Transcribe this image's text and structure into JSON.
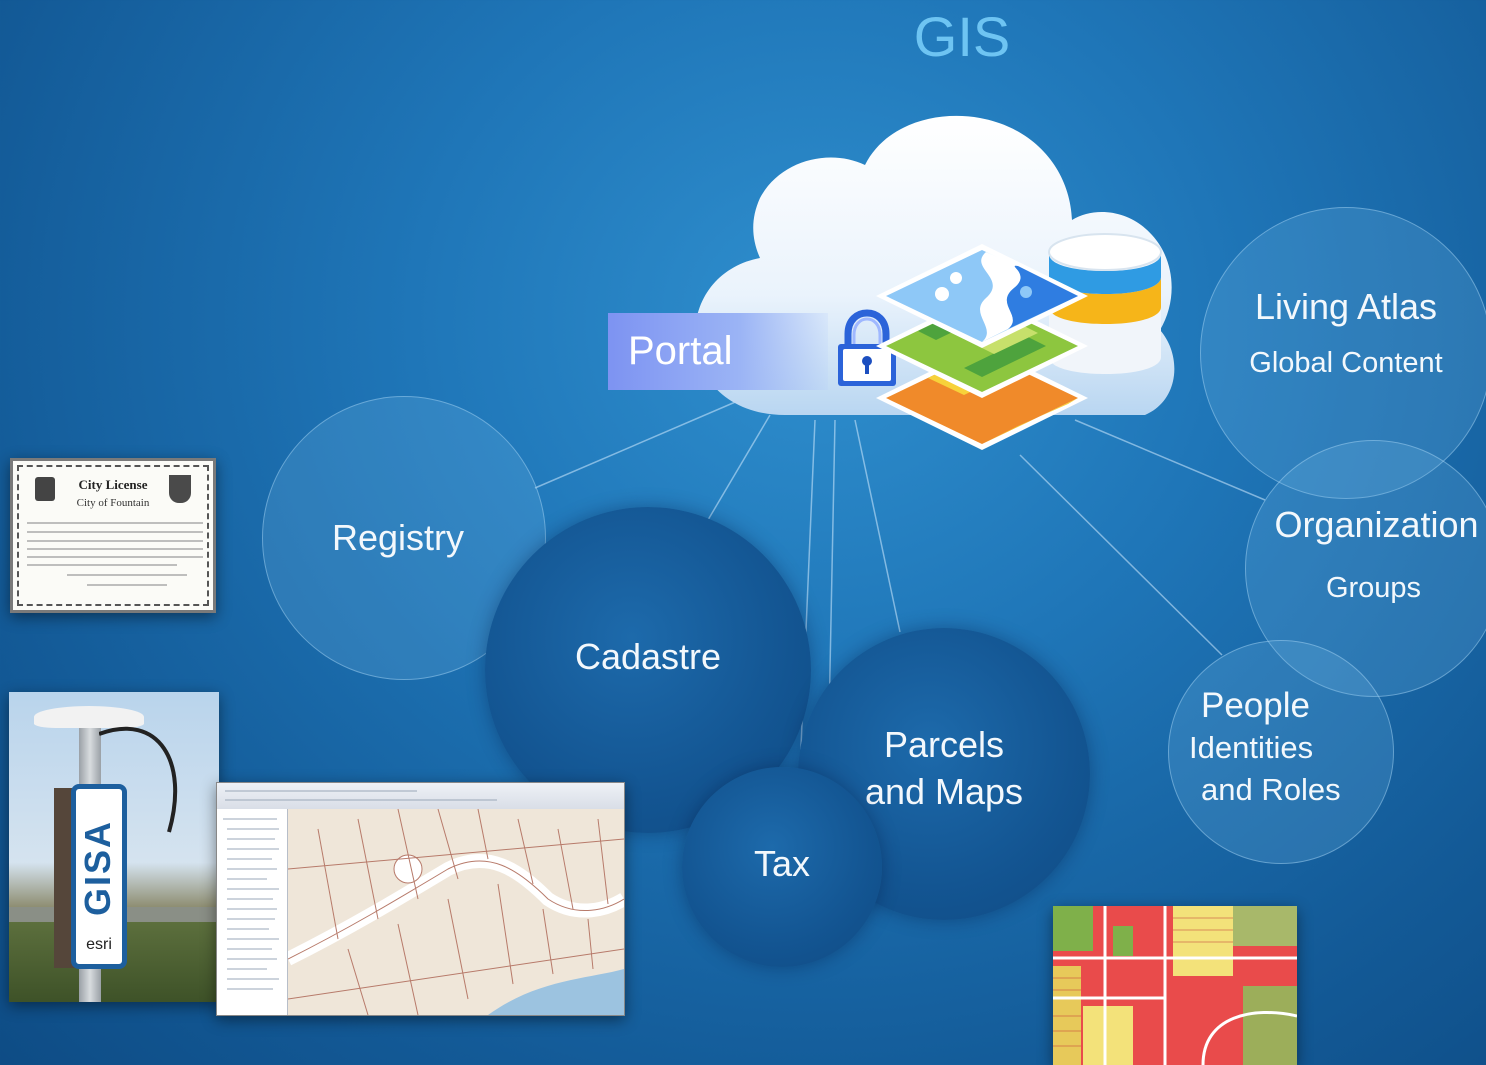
{
  "title": "GIS",
  "portal": {
    "label": "Portal"
  },
  "nodes": {
    "registry": "Registry",
    "cadastre": "Cadastre",
    "parcels": "Parcels and Maps",
    "tax": "Tax",
    "living_atlas": {
      "title": "Living Atlas",
      "sub": "Global Content"
    },
    "organization": {
      "title": "Organization",
      "sub": "Groups"
    },
    "people": {
      "line1": "People",
      "line2": "Identities",
      "line3": "and Roles"
    }
  },
  "license": {
    "heading": "City License",
    "subheading": "City of Fountain"
  },
  "sign": {
    "brand": "GISA",
    "logo": "esri"
  },
  "colors": {
    "accent": "#6ec4f2",
    "portal": "#8aa4f4",
    "bubble_dark": "#135592"
  }
}
